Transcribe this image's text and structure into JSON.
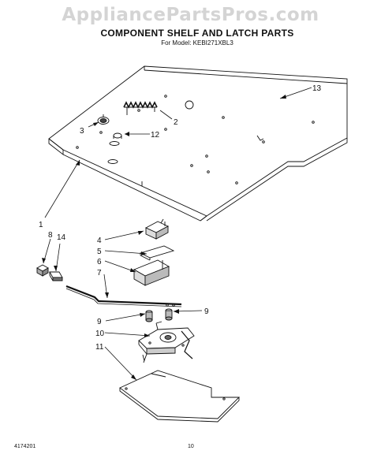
{
  "watermark": "AppliancePartsPros.com",
  "header": {
    "title": "COMPONENT SHELF AND LATCH PARTS",
    "subtitle": "For Model: KEBI271XBL3"
  },
  "callouts": {
    "c13": "13",
    "c2": "2",
    "c3": "3",
    "c12": "12",
    "c1": "1",
    "c8": "8",
    "c14": "14",
    "c4": "4",
    "c5": "5",
    "c6": "6",
    "c7": "7",
    "c9a": "9",
    "c9b": "9",
    "c10": "10",
    "c11": "11"
  },
  "footer": {
    "doc_number": "4174201",
    "page_number": "10"
  }
}
